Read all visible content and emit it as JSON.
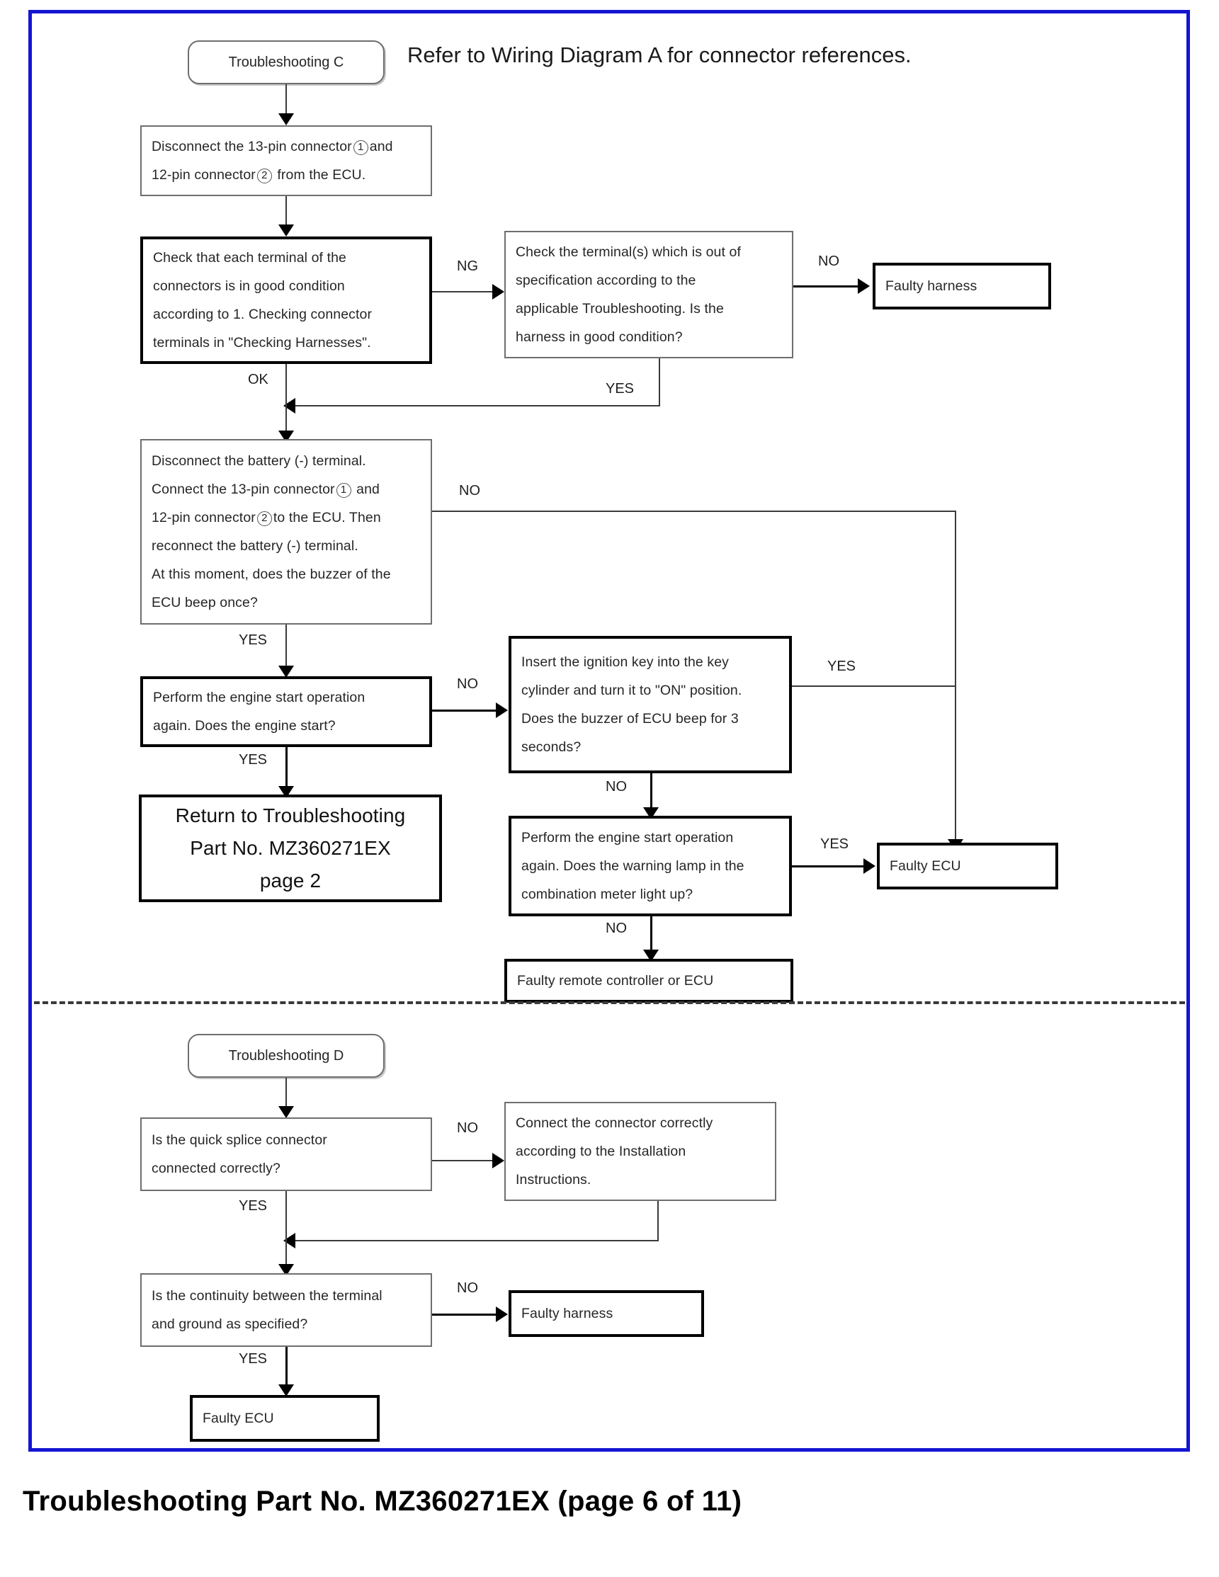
{
  "page": {
    "caption": "Troubleshooting Part No. MZ360271EX (page 6 of 11)",
    "headline": "Refer to Wiring Diagram A for connector references."
  },
  "section_c": {
    "start": "Troubleshooting C",
    "c1": {
      "l1_a": "Disconnect the 13-pin connector",
      "l1_num": "1",
      "l1_b": "and",
      "l2_a": "12-pin connector",
      "l2_num": "2",
      "l2_b": "from the ECU."
    },
    "c2": {
      "l1": "Check that each terminal of the",
      "l2": "connectors is in good condition",
      "l3": "according to 1. Checking connector",
      "l4": "terminals in \"Checking Harnesses\"."
    },
    "c3": {
      "l1": "Check the terminal(s) which is out of",
      "l2": "specification according to the",
      "l3": "applicable Troubleshooting. Is the",
      "l4": "harness in good condition?"
    },
    "c4": {
      "l1": "Faulty harness"
    },
    "c5": {
      "l1": "Disconnect the battery (-) terminal.",
      "l2_a": "Connect the 13-pin connector",
      "l2_num": "1",
      "l2_b": "and",
      "l3_a": "12-pin connector",
      "l3_num": "2",
      "l3_b": "to the ECU. Then",
      "l4": "reconnect the battery (-) terminal.",
      "l5": "At this moment, does the buzzer of the",
      "l6": "ECU beep once?"
    },
    "c6": {
      "l1": "Perform the engine start operation",
      "l2": "again. Does the engine start?"
    },
    "c7": {
      "l1": "Insert the ignition key into the key",
      "l2": "cylinder and turn it to \"ON\" position.",
      "l3": "Does the buzzer of ECU beep for 3",
      "l4": "seconds?"
    },
    "c8": {
      "l1": "Return to Troubleshooting",
      "l2": "Part No. MZ360271EX",
      "l3": "page 2"
    },
    "c9": {
      "l1": "Perform the engine start operation",
      "l2": "again. Does the warning lamp in the",
      "l3": "combination meter light up?"
    },
    "c10": {
      "l1": "Faulty ECU"
    },
    "c11": {
      "l1": "Faulty remote controller or ECU"
    },
    "labels": {
      "ng": "NG",
      "ok": "OK",
      "no_top": "NO",
      "yes_back": "YES",
      "no_bypass": "NO",
      "yes_c5": "YES",
      "no_c6": "NO",
      "yes_c7": "YES",
      "yes_c6": "YES",
      "no_c7": "NO",
      "yes_c9": "YES",
      "no_c9": "NO"
    }
  },
  "section_d": {
    "start": "Troubleshooting D",
    "d1": {
      "l1": "Is the quick splice connector",
      "l2": "connected correctly?"
    },
    "d2": {
      "l1": "Connect the connector correctly",
      "l2": "according to the Installation",
      "l3": "Instructions."
    },
    "d3": {
      "l1": "Is the continuity between the terminal",
      "l2": "and ground as specified?"
    },
    "d4": {
      "l1": "Faulty harness"
    },
    "d5": {
      "l1": "Faulty ECU"
    },
    "labels": {
      "no_d1": "NO",
      "yes_d1": "YES",
      "no_d3": "NO",
      "yes_d3": "YES"
    }
  },
  "colors": {
    "frame": "#1414d2",
    "box_border": "#6e6e6e",
    "bold_border": "#000000",
    "text": "#262626"
  }
}
